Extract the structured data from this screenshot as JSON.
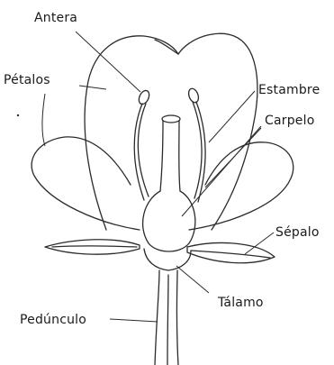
{
  "labels": {
    "antera": "Antera",
    "petalos": "Pétalos",
    "estambre": "Estambre",
    "carpelo": "Carpelo",
    "sepalo": "Sépalo",
    "talamo": "Tálamo",
    "pedunculo": "Pedúnculo"
  }
}
